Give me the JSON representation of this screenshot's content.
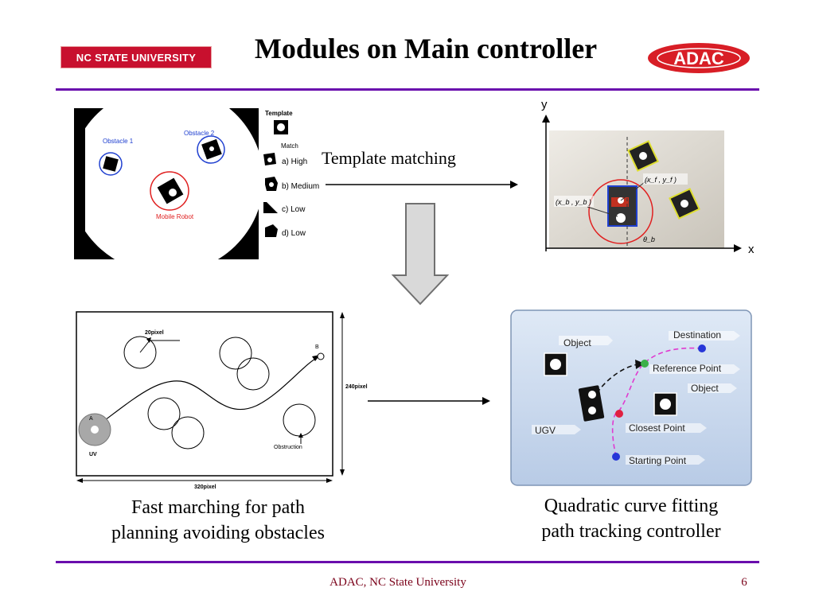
{
  "header": {
    "university_badge": "NC STATE UNIVERSITY",
    "title": "Modules on Main controller",
    "logo_text": "ADAC"
  },
  "template_panel": {
    "obstacle1": "Obstacle 1",
    "obstacle2": "Obstacle 2",
    "mobile_robot": "Mobile Robot",
    "template_label": "Template",
    "match_label": "Match",
    "matches": [
      "a) High",
      "b) Medium",
      "c) Low",
      "d) Low"
    ]
  },
  "template_matching_label": "Template matching",
  "coord_panel": {
    "y_axis": "y",
    "x_axis": "x",
    "xf_label": "(x_f , y_f )",
    "xb_label": "(x_b , y_b )",
    "theta_label": "θ_b"
  },
  "fm_panel": {
    "pixel20": "20pixel",
    "pixel240": "240pixel",
    "pixel320": "320pixel",
    "point_a": "A",
    "point_b": "B",
    "uv": "UV",
    "obstruction": "Obstruction"
  },
  "qc_panel": {
    "object1": "Object",
    "destination": "Destination",
    "reference_point": "Reference Point",
    "object2": "Object",
    "ugv": "UGV",
    "closest_point": "Closest Point",
    "starting_point": "Starting Point"
  },
  "captions": {
    "fast_marching_line1": "Fast marching for path",
    "fast_marching_line2": "planning avoiding obstacles",
    "quadratic_line1": "Quadratic curve fitting",
    "quadratic_line2": "path tracking controller"
  },
  "footer": {
    "center": "ADAC, NC State University",
    "page_number": "6"
  },
  "colors": {
    "ncsu_red": "#c8102e",
    "rule_purple": "#6a0dad",
    "footer_text": "#7a0019"
  }
}
